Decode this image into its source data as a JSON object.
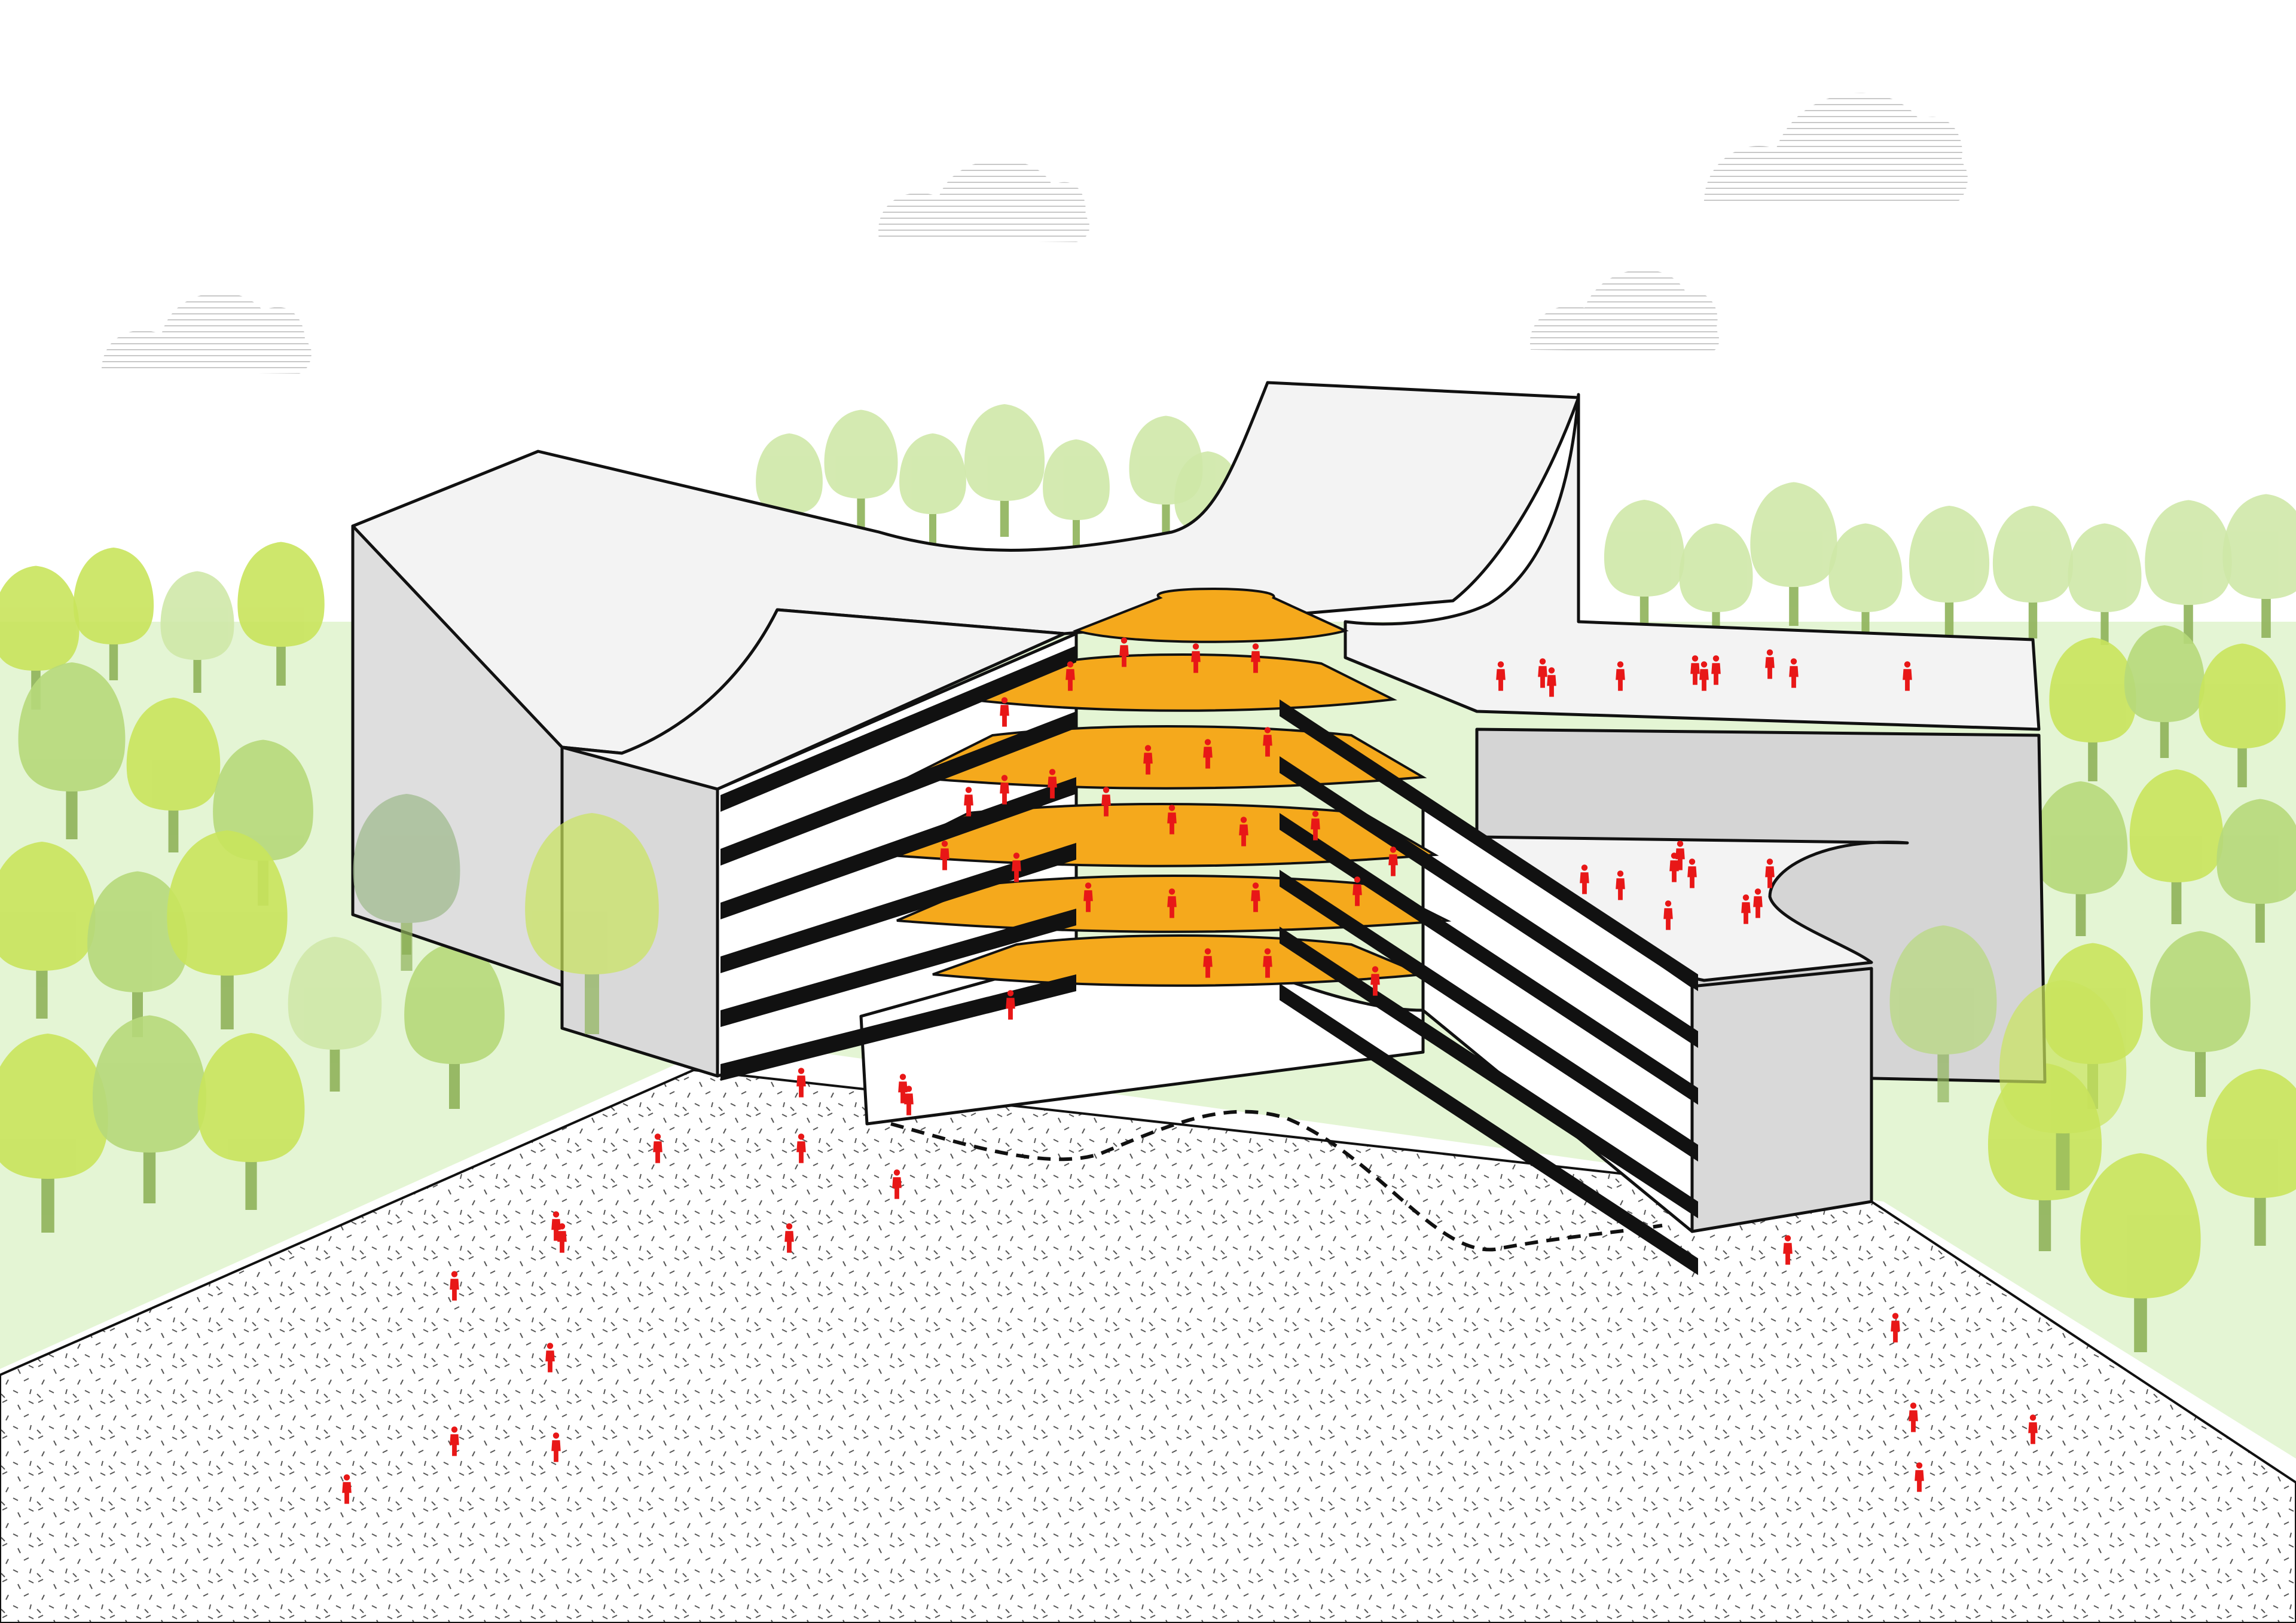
{
  "diagram": {
    "kind": "axonometric-cutaway-illustration",
    "labels": []
  },
  "palette": {
    "sky": "#ffffff",
    "cloud_lines": "#c8c8c8",
    "tree_bright": "#c9e45c",
    "tree_mid": "#b6d97a",
    "tree_pale": "#cfe8a8",
    "tree_dark": "#9db98a",
    "park_band": "#e4f5d4",
    "ground": "#ffffff",
    "ground_dash": "#4a4a4a",
    "roof": "#f3f3f3",
    "wall": "#dcdcdc",
    "wall_dark": "#cfcfcf",
    "terrace_floor": "#f5a91c",
    "slab": "#111111",
    "people": "#e81717",
    "outline": "#111111"
  },
  "icons": {
    "person": "person-figure-icon",
    "tree": "tree-icon",
    "cloud": "cloud-icon"
  },
  "people_groups": {
    "roof_right": 14,
    "roof_lower_right": 12,
    "terraces": 26,
    "ground_floor": 8,
    "plaza": 22
  }
}
